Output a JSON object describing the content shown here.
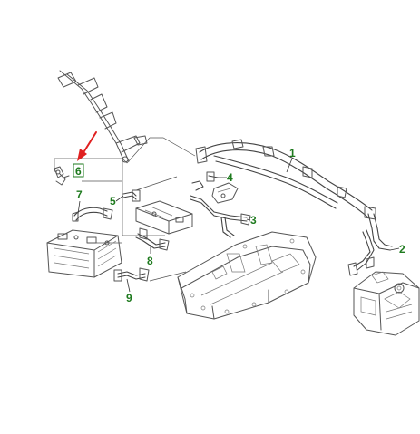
{
  "colors": {
    "callout": "#1e7a1e",
    "arrow": "#e02020",
    "line": "#555555",
    "highlight_box": "#1e7a1e"
  },
  "callouts": [
    {
      "id": "1",
      "label": "1"
    },
    {
      "id": "2",
      "label": "2"
    },
    {
      "id": "3",
      "label": "3"
    },
    {
      "id": "4",
      "label": "4"
    },
    {
      "id": "5",
      "label": "5"
    },
    {
      "id": "6",
      "label": "6",
      "highlighted": true
    },
    {
      "id": "7",
      "label": "7"
    },
    {
      "id": "8",
      "label": "8"
    },
    {
      "id": "9",
      "label": "9"
    }
  ],
  "icons": {
    "pointer": "red-arrow-icon"
  }
}
